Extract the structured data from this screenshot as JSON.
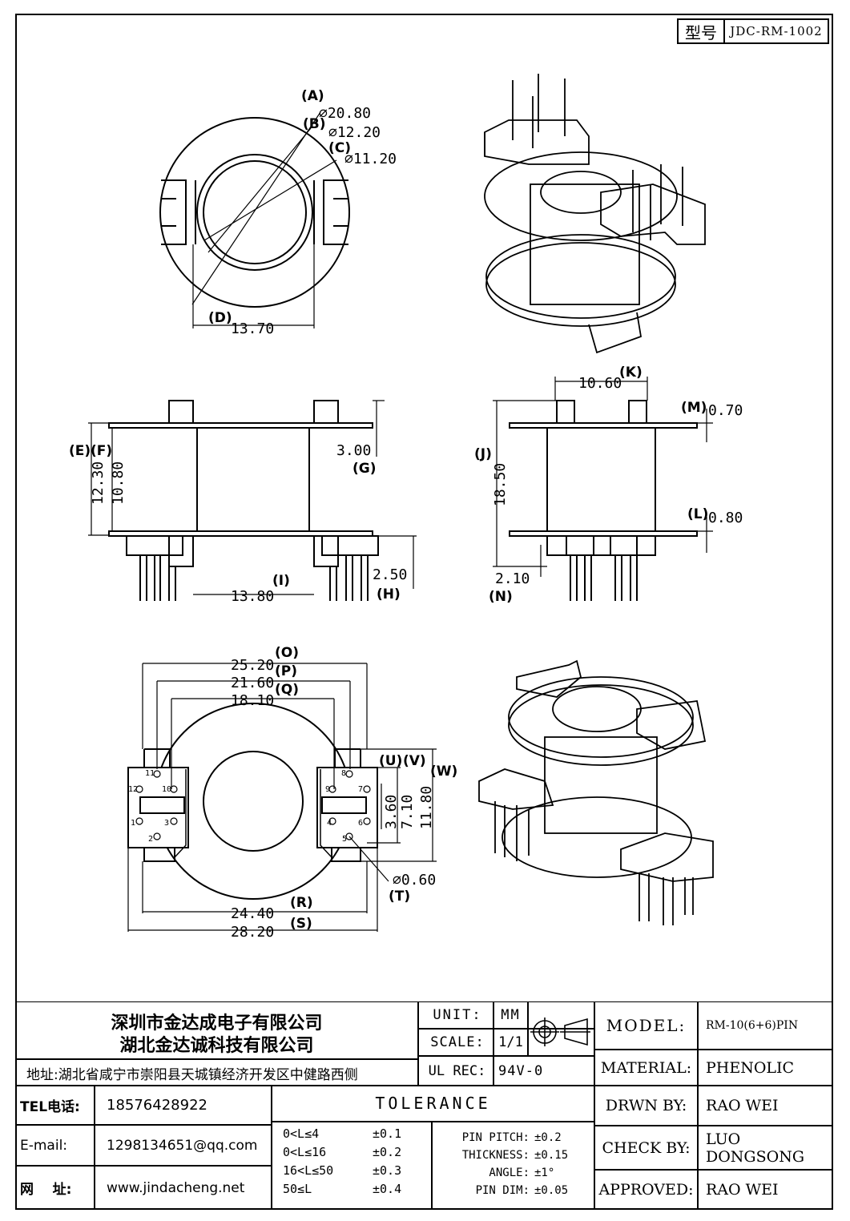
{
  "part_number": {
    "label": "型号",
    "value": "JDC-RM-1002"
  },
  "top_view": {
    "labels": [
      "(A)",
      "(B)",
      "(C)",
      "(D)"
    ],
    "dims": [
      "⌀20.80",
      "⌀12.20",
      "⌀11.20",
      "13.70"
    ]
  },
  "side_view": {
    "labels": [
      "(E)",
      "(F)",
      "(G)",
      "(H)",
      "(I)"
    ],
    "dims": [
      "12.30",
      "10.80",
      "3.00",
      "2.50",
      "13.80"
    ]
  },
  "front_view": {
    "labels": [
      "(K)",
      "(M)",
      "(J)",
      "(L)",
      "(N)"
    ],
    "dims": [
      "10.60",
      "0.70",
      "18.50",
      "0.80",
      "2.10"
    ]
  },
  "bottom_view": {
    "labels": [
      "(O)",
      "(P)",
      "(Q)",
      "(U)",
      "(V)",
      "(W)",
      "(R)",
      "(S)",
      "(T)"
    ],
    "dims": [
      "25.20",
      "21.60",
      "18.10",
      "3.60",
      "7.10",
      "11.80",
      "24.40",
      "28.20",
      "⌀0.60"
    ],
    "pins": [
      "11",
      "12",
      "10",
      "1",
      "3",
      "2",
      "8",
      "7",
      "9",
      "4",
      "6",
      "5"
    ]
  },
  "company": {
    "name1": "深圳市金达成电子有限公司",
    "name2": "湖北金达诚科技有限公司",
    "address": "地址:湖北省咸宁市崇阳县天城镇经济开发区中健路西侧"
  },
  "contact": {
    "tel_label": "TEL电话:",
    "tel": "18576428922",
    "email_label": "E-mail:",
    "email": "1298134651@qq.com",
    "web_label": "网    址:",
    "web": "www.jindacheng.net"
  },
  "unit": {
    "label": "UNIT:",
    "value": "MM"
  },
  "scale": {
    "label": "SCALE:",
    "value": "1/1"
  },
  "ul": {
    "label": "UL REC:",
    "value": "94V-0"
  },
  "tolerance": {
    "title": "TOLERANCE",
    "ranges": [
      "0<L≤4",
      "0<L≤16",
      "16<L≤50",
      "50≤L"
    ],
    "range_values": [
      "±0.1",
      "±0.2",
      "±0.3",
      "±0.4"
    ],
    "items": [
      "PIN PITCH:",
      "THICKNESS:",
      "ANGLE:",
      "PIN DIM:"
    ],
    "item_values": [
      "±0.2",
      "±0.15",
      "±1°",
      "±0.05"
    ]
  },
  "info": {
    "model_label": "MODEL:",
    "model": "RM-10(6+6)PIN",
    "material_label": "MATERIAL:",
    "material": "PHENOLIC",
    "drawn_label": "DRWN BY:",
    "drawn": "RAO WEI",
    "check_label": "CHECK BY:",
    "check": "LUO DONGSONG",
    "approved_label": "APPROVED:",
    "approved": "RAO WEI"
  }
}
